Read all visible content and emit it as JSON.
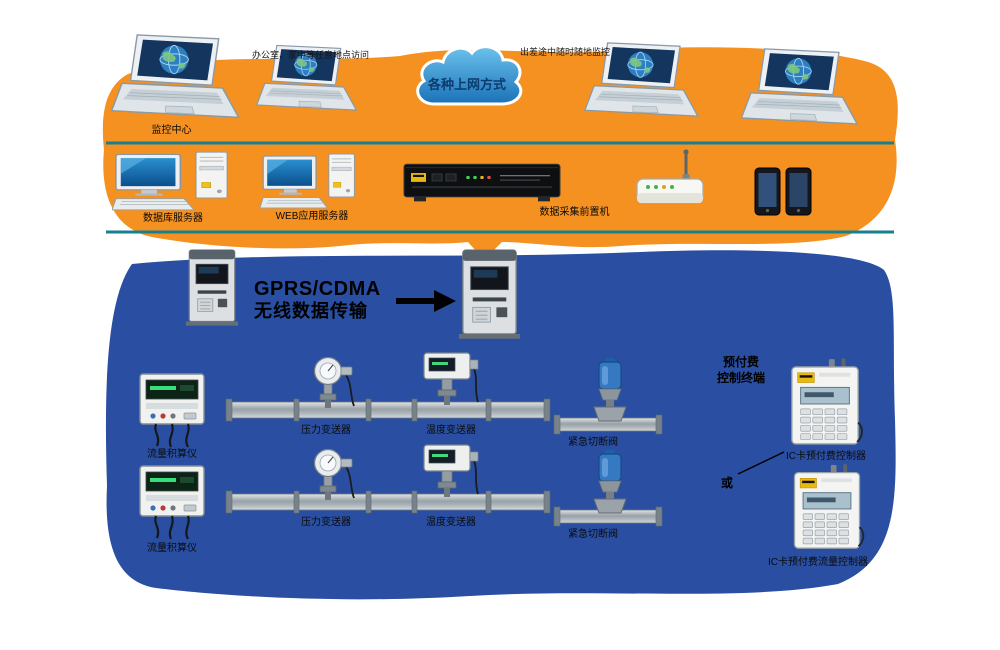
{
  "colors": {
    "orange_region": "#F59120",
    "blue_region": "#2A4FA2",
    "bus_line": "#177F8E",
    "cloud_top": "#6CC2EC",
    "cloud_bottom": "#1A72B8"
  },
  "cloud": {
    "label": "各种上网方式"
  },
  "top_section": {
    "note_left": "办公室、家中等任意地点访问",
    "note_right": "出差途中随时随地监控",
    "monitor_caption": "监控中心"
  },
  "server_row": {
    "server_a_caption": "数据库服务器",
    "server_b_caption": "WEB应用服务器",
    "rack_caption": "数据采集前置机"
  },
  "field_section": {
    "wireless_line1": "GPRS/CDMA",
    "wireless_line2": "无线数据传输",
    "right_label_line1": "预付费",
    "right_label_line2": "控制终端",
    "or_text": "或",
    "controller1_caption": "IC卡预付费控制器",
    "controller2_caption": "IC卡预付费流量控制器",
    "row1": [
      {
        "label": "流量积算仪"
      },
      {
        "label": "压力变送器"
      },
      {
        "label": "温度变送器"
      },
      {
        "label": "紧急切断阀"
      }
    ],
    "row2": [
      {
        "label": "流量积算仪"
      },
      {
        "label": "压力变送器"
      },
      {
        "label": "温度变送器"
      },
      {
        "label": "紧急切断阀"
      }
    ]
  }
}
